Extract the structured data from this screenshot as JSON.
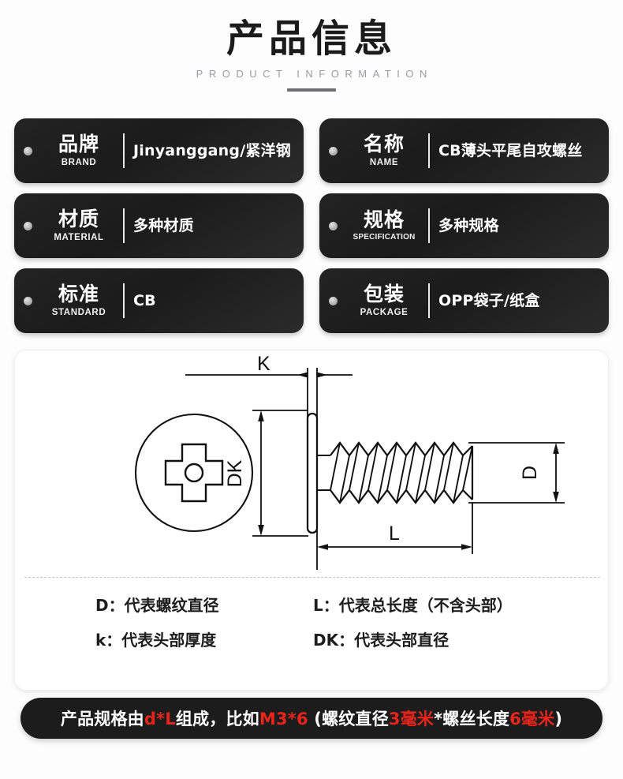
{
  "header": {
    "title": "产品信息",
    "subtitle": "PRODUCT INFORMATION"
  },
  "cards": [
    {
      "label_cn": "品牌",
      "label_en": "BRAND",
      "value": "Jinyanggang/紧洋钢"
    },
    {
      "label_cn": "名称",
      "label_en": "NAME",
      "value": "CB薄头平尾自攻螺丝"
    },
    {
      "label_cn": "材质",
      "label_en": "MATERIAL",
      "value": "多种材质"
    },
    {
      "label_cn": "规格",
      "label_en": "SPECIFICATION",
      "value": "多种规格"
    },
    {
      "label_cn": "标准",
      "label_en": "STANDARD",
      "value": "CB"
    },
    {
      "label_cn": "包装",
      "label_en": "PACKAGE",
      "value": "OPP袋子/纸盒"
    }
  ],
  "diagram": {
    "dimension_labels": {
      "k": "K",
      "dk": "DK",
      "d": "D",
      "l": "L"
    }
  },
  "legend": [
    "D：代表螺纹直径",
    "L：代表总长度（不含头部）",
    "k：代表头部厚度",
    "DK：代表头部直径"
  ],
  "bottom_bar": {
    "part1": "产品规格由",
    "part2_red": "d*L",
    "part3": "组成，比如",
    "part4_red": "M3*6",
    "part5": " (螺纹直径",
    "part6_red": "3毫米",
    "part7": "*螺丝长度",
    "part8_red": "6毫米",
    "part9": ")"
  },
  "colors": {
    "card_background": "#1c1c1c",
    "accent_red": "#e8241b",
    "title": "#1b1b1b",
    "subtitle": "#9b9ba0"
  }
}
